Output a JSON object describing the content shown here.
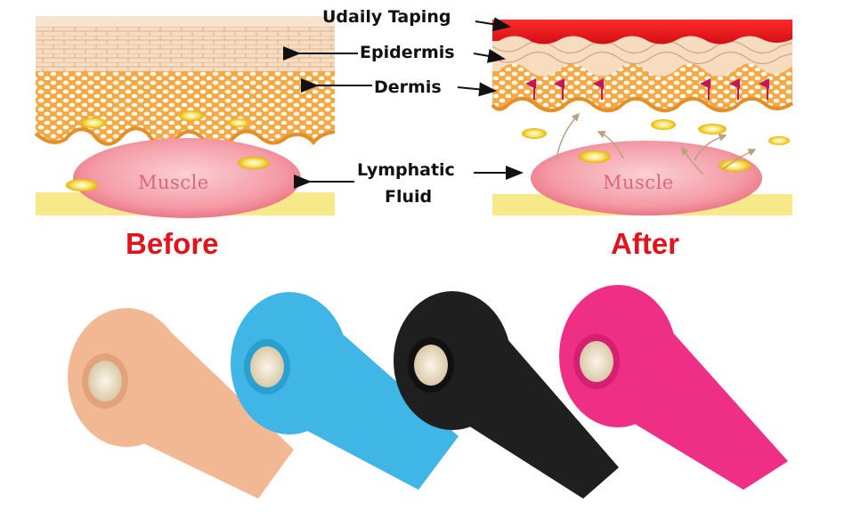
{
  "labels": {
    "taping": "Udaily Taping",
    "epidermis": "Epidermis",
    "dermis": "Dermis",
    "lymphatic_line1": "Lymphatic",
    "lymphatic_line2": "Fluid"
  },
  "panels": {
    "before": {
      "title": "Before",
      "muscle": "Muscle"
    },
    "after": {
      "title": "After",
      "muscle": "Muscle"
    }
  },
  "tape_rolls": [
    {
      "color_name": "beige",
      "color": "#f2b894",
      "shade": "#e3a17c"
    },
    {
      "color_name": "blue",
      "color": "#3fb6e6",
      "shade": "#2a9fd0"
    },
    {
      "color_name": "black",
      "color": "#1f1f1f",
      "shade": "#111111"
    },
    {
      "color_name": "pink",
      "color": "#ef2e86",
      "shade": "#d41f72"
    }
  ],
  "colors": {
    "accent_red": "#e3131b",
    "muscle_fill": "#f49aa5",
    "fat": "#f5b450",
    "lymph": "#f1d21b"
  }
}
